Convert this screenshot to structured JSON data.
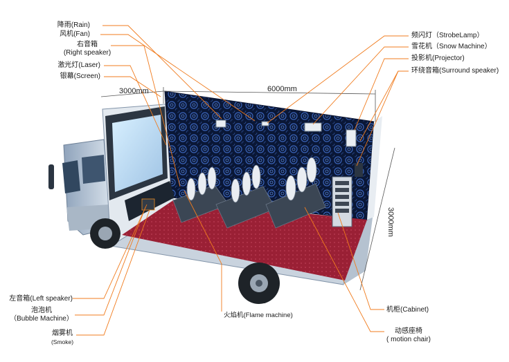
{
  "labels": {
    "rain": "降雨(Rain)",
    "fan": "风机(Fan)",
    "right_speaker_cn": "右音箱",
    "right_speaker_en": "(Right speaker)",
    "laser": "激光灯(Laser)",
    "screen": "银幕(Screen)",
    "strobe": "频闪灯（StrobeLamp）",
    "snow": "雪花机（Snow Machine）",
    "projector": "投影机(Projector)",
    "surround": "环绕音箱(Surround speaker)",
    "left_speaker": "左音箱(Left speaker)",
    "bubble_cn": "泡泡机",
    "bubble_en": "（Bubble Machine）",
    "smoke_cn": "烟雾机",
    "smoke_en": "(Smoke)",
    "flame": "火焰机(Flame machine)",
    "cabinet": "机柜(Cabinet)",
    "motion_cn": "动感座椅",
    "motion_en": "( motion chair)"
  },
  "dimensions": {
    "width": "3000mm",
    "length": "6000mm",
    "height": "3000mm"
  },
  "colors": {
    "leader": "#f07b1d",
    "wall": "#0b1530",
    "floor": "#8a1c2c",
    "truck": "#c9d3de"
  }
}
